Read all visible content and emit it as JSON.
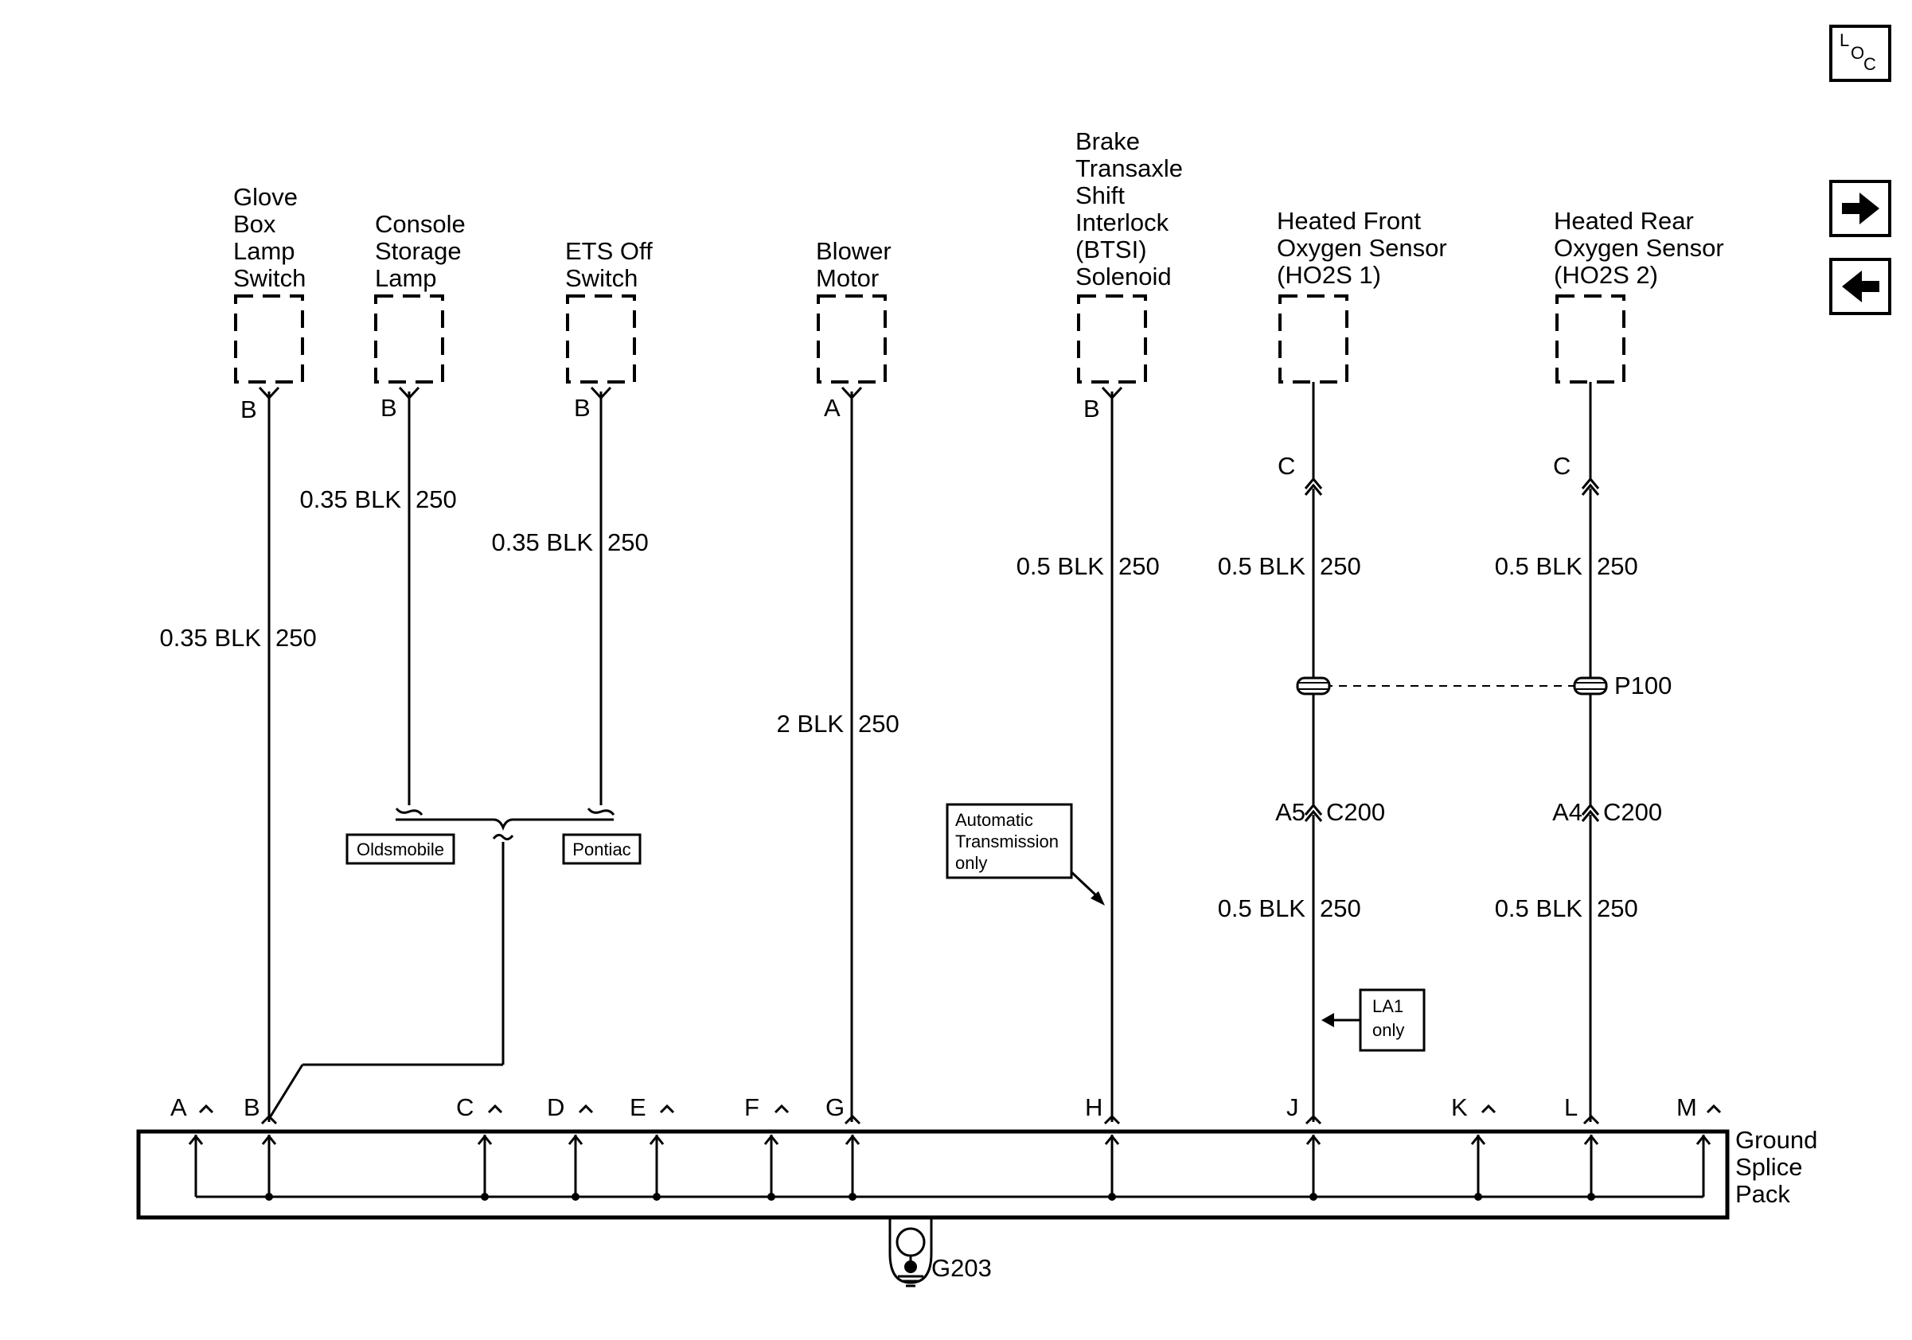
{
  "nav": {
    "loc_l": "L",
    "loc_o": "O",
    "loc_c": "C",
    "forward_icon": "arrow-right-icon",
    "back_icon": "arrow-left-icon"
  },
  "components": [
    {
      "lines": [
        "Glove",
        "Box",
        "Lamp",
        "Switch"
      ],
      "pin": "B"
    },
    {
      "lines": [
        "Console",
        "Storage",
        "Lamp"
      ],
      "pin": "B"
    },
    {
      "lines": [
        "ETS Off",
        "Switch"
      ],
      "pin": "B"
    },
    {
      "lines": [
        "Blower",
        "Motor"
      ],
      "pin": "A"
    },
    {
      "lines": [
        "Brake",
        "Transaxle",
        "Shift",
        "Interlock",
        "(BTSI)",
        "Solenoid"
      ],
      "pin": "B"
    },
    {
      "lines": [
        "Heated Front",
        "Oxygen Sensor",
        "(HO2S 1)"
      ],
      "pin": "C"
    },
    {
      "lines": [
        "Heated Rear",
        "Oxygen Sensor",
        "(HO2S 2)"
      ],
      "pin": "C"
    }
  ],
  "wires": {
    "w1": {
      "gauge": "0.35 BLK",
      "circuit": "250"
    },
    "w2": {
      "gauge": "0.35 BLK",
      "circuit": "250"
    },
    "w3": {
      "gauge": "0.35 BLK",
      "circuit": "250"
    },
    "w4": {
      "gauge": "2 BLK",
      "circuit": "250"
    },
    "w5": {
      "gauge": "0.5 BLK",
      "circuit": "250"
    },
    "w6a": {
      "gauge": "0.5 BLK",
      "circuit": "250"
    },
    "w6b": {
      "gauge": "0.5 BLK",
      "circuit": "250"
    },
    "w7a": {
      "gauge": "0.5 BLK",
      "circuit": "250"
    },
    "w7b": {
      "gauge": "0.5 BLK",
      "circuit": "250"
    }
  },
  "options": {
    "oldsmobile": "Oldsmobile",
    "pontiac": "Pontiac",
    "auto_trans": [
      "Automatic",
      "Transmission",
      "only"
    ],
    "la1": [
      "LA1",
      "only"
    ]
  },
  "connectors": {
    "p100": "P100",
    "a5": "A5",
    "a4": "A4",
    "c200_1": "C200",
    "c200_2": "C200"
  },
  "splice": {
    "label_lines": [
      "Ground",
      "Splice",
      "Pack"
    ],
    "pins": [
      "A",
      "B",
      "C",
      "D",
      "E",
      "F",
      "G",
      "H",
      "J",
      "K",
      "L",
      "M"
    ]
  },
  "ground": {
    "label": "G203"
  }
}
